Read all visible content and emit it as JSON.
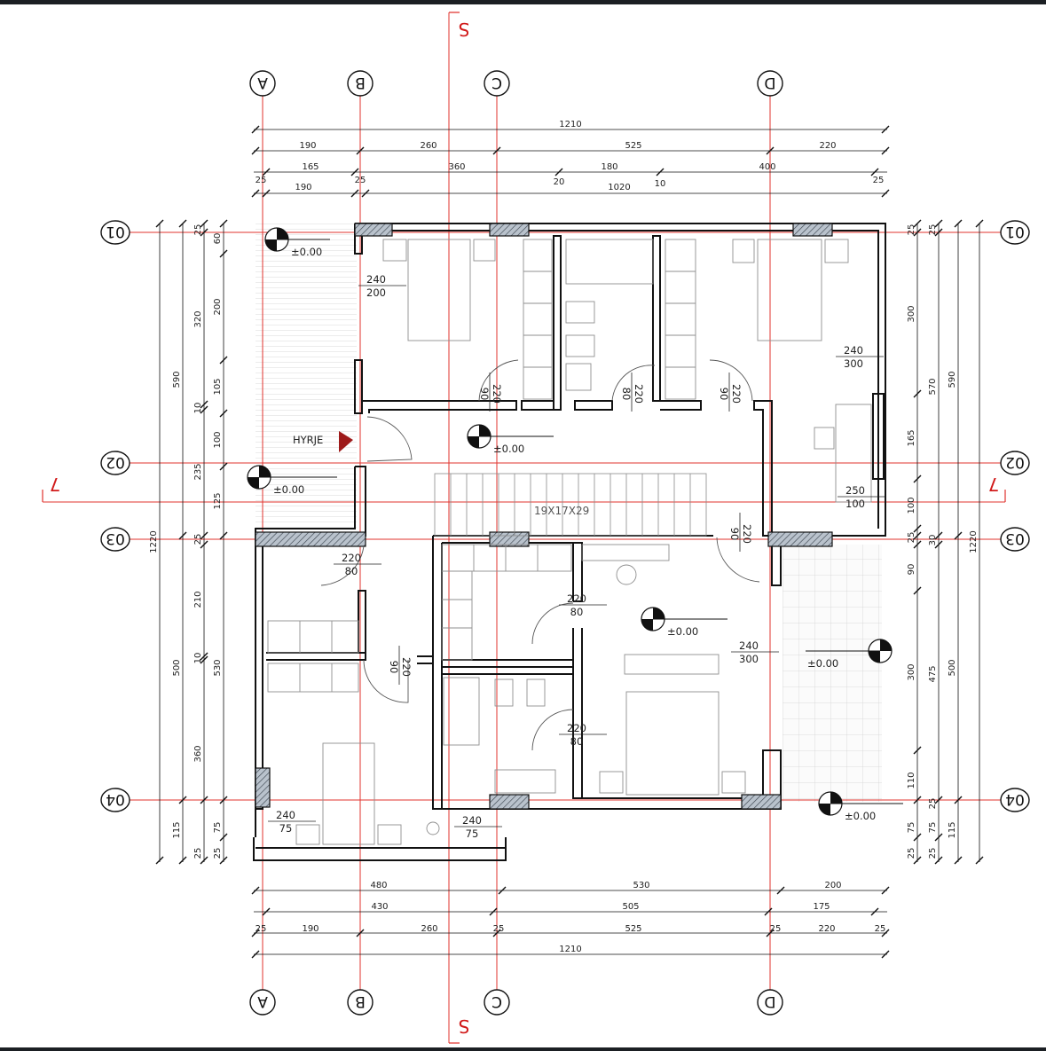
{
  "grid": {
    "columns": [
      "A",
      "B",
      "C",
      "D"
    ],
    "rows": [
      "01",
      "02",
      "03",
      "04"
    ]
  },
  "section_marks": {
    "vertical": "S",
    "horizontal": "7"
  },
  "dims_top": {
    "total": "1210",
    "row2": [
      "190",
      "260",
      "525",
      "220"
    ],
    "row3": [
      "165",
      "360",
      "180",
      "400"
    ],
    "row4": [
      "25",
      "190",
      "25",
      "1020",
      "20",
      "10",
      "25"
    ]
  },
  "dims_bottom": {
    "row1": [
      "480",
      "530",
      "200"
    ],
    "row2": [
      "430",
      "505",
      "175"
    ],
    "row3": [
      "25",
      "190",
      "260",
      "25",
      "525",
      "25",
      "220",
      "25"
    ],
    "total": "1210"
  },
  "dims_left": {
    "total": "1220",
    "outer": [
      "590",
      "500",
      "115"
    ],
    "mid": [
      "25",
      "320",
      "10",
      "235",
      "25",
      "210",
      "10",
      "360",
      "25"
    ],
    "inner": [
      "60",
      "200",
      "105",
      "100",
      "125",
      "530",
      "75",
      "25"
    ]
  },
  "dims_right": {
    "total": "1220",
    "outer": [
      "590",
      "500",
      "115"
    ],
    "mid": [
      "25",
      "570",
      "30",
      "475",
      "25",
      "75",
      "25"
    ],
    "inner": [
      "25",
      "300",
      "165",
      "100",
      "25",
      "90",
      "300",
      "110",
      "75",
      "25"
    ]
  },
  "openings": [
    [
      "240",
      "200"
    ],
    [
      "240",
      "300"
    ],
    [
      "220",
      "90"
    ],
    [
      "220",
      "80"
    ],
    [
      "220",
      "90"
    ],
    [
      "250",
      "100"
    ],
    [
      "220",
      "90"
    ],
    [
      "220",
      "80"
    ],
    [
      "220",
      "80"
    ],
    [
      "220",
      "90"
    ],
    [
      "240",
      "300"
    ],
    [
      "220",
      "80"
    ],
    [
      "240",
      "75"
    ],
    [
      "240",
      "75"
    ]
  ],
  "levels": [
    "±0.00",
    "±0.00",
    "±0.00",
    "±0.00",
    "±0.00",
    "±0.00"
  ],
  "entrance": "HYRJE",
  "stair": "19X17X29"
}
